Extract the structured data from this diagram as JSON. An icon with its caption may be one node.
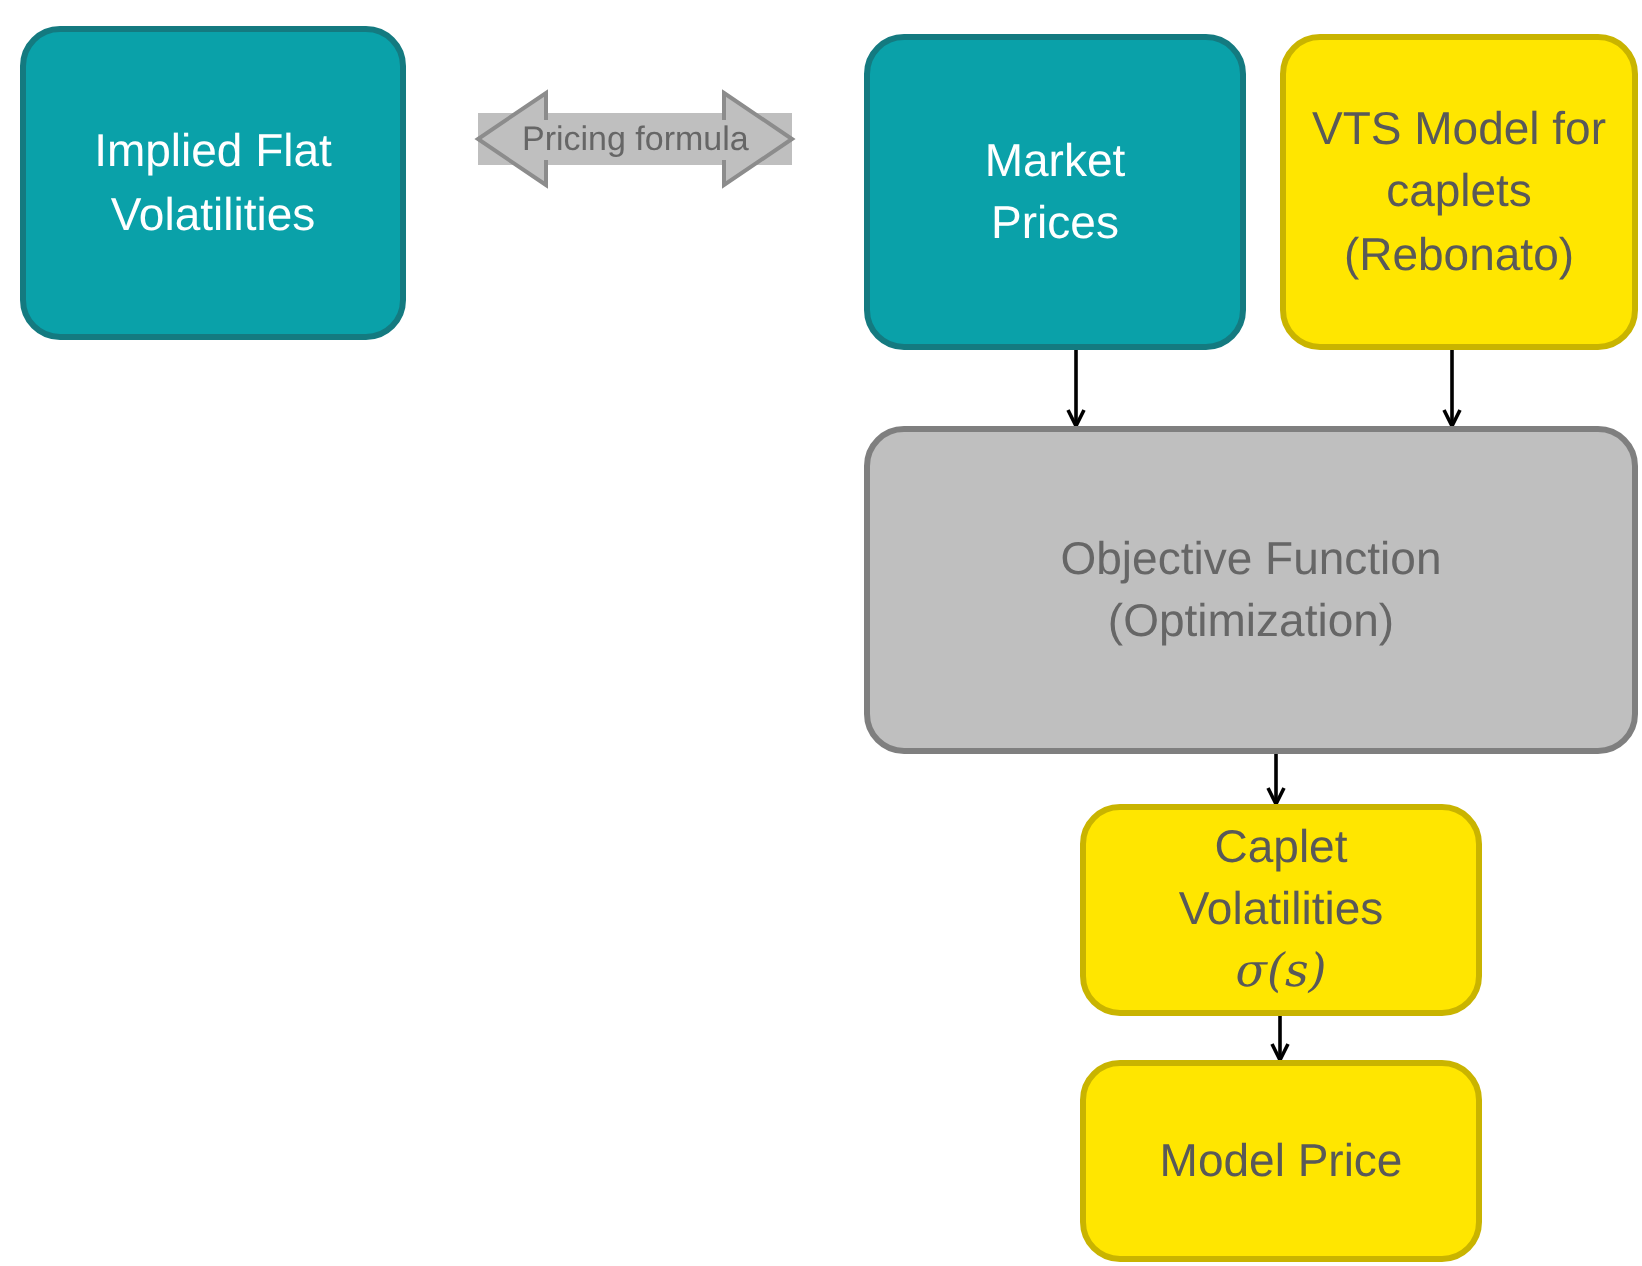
{
  "diagram": {
    "nodes": [
      {
        "text": [
          "Implied Flat Volatilities"
        ]
      },
      {
        "text": [
          "Market Prices"
        ]
      },
      {
        "text": [
          "VTS Model for caplets (Rebonato)"
        ]
      },
      {
        "text": [
          "Objective Function (Optimization)"
        ]
      },
      {
        "text": [
          "Caplet Volatilities",
          "σ(s)"
        ]
      },
      {
        "text": [
          "Model Price"
        ]
      }
    ],
    "edges": [
      {
        "from": 0,
        "to": 1,
        "arrow": "both",
        "label": "Pricing formula",
        "style": "thick",
        "color": "#bfbfbf"
      },
      {
        "from": 1,
        "to": 3,
        "arrow": "to"
      },
      {
        "from": 2,
        "to": 3,
        "arrow": "to"
      },
      {
        "from": 3,
        "to": 4,
        "arrow": "to"
      },
      {
        "from": 4,
        "to": 5,
        "arrow": "to"
      }
    ]
  }
}
